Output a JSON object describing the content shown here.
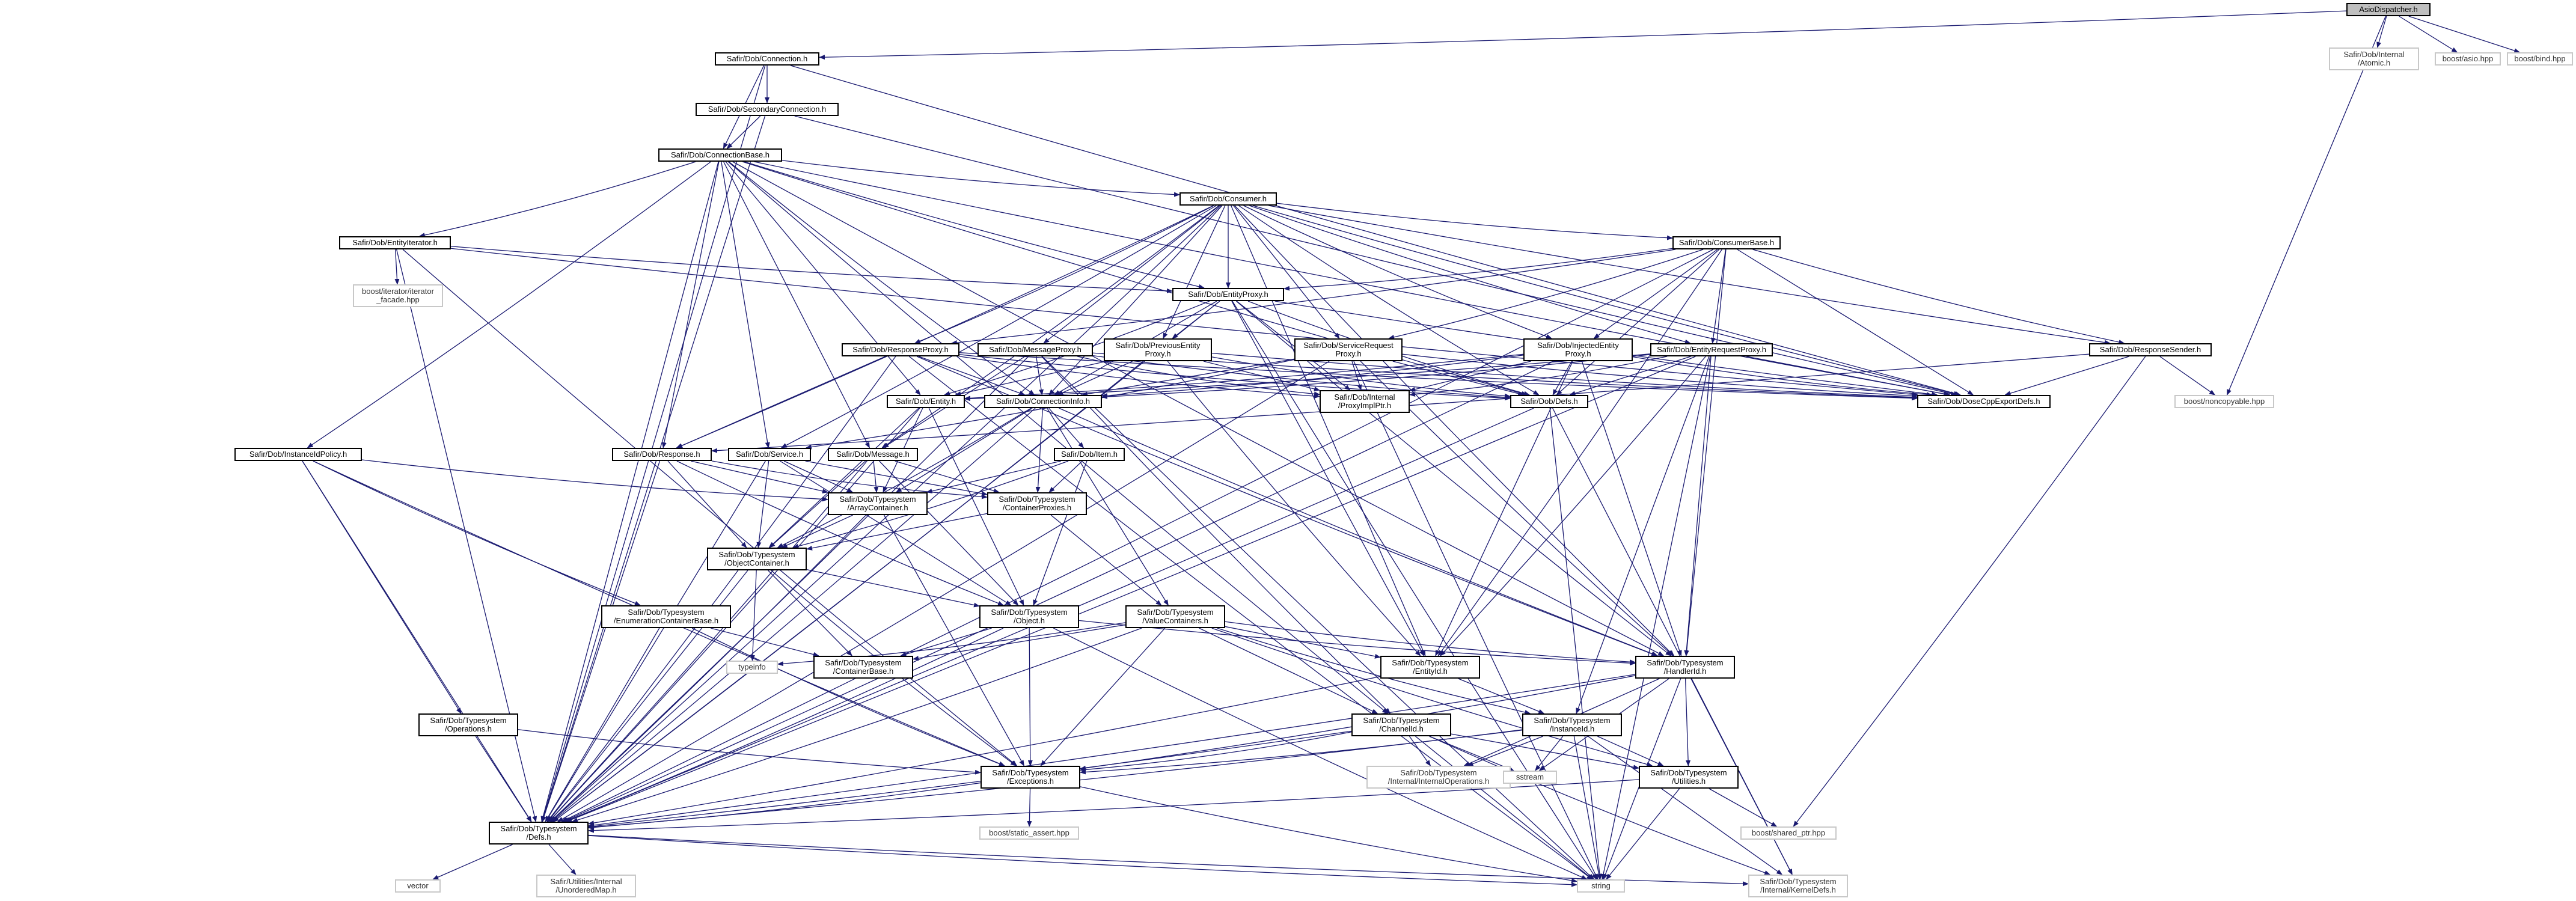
{
  "graph": {
    "type": "include-dependency-graph",
    "edge_color": "#191970",
    "nodes": [
      {
        "id": "asio",
        "label": "AsioDispatcher.h",
        "style": "root"
      },
      {
        "id": "atomic",
        "label": "Safir/Dob/Internal\n/Atomic.h",
        "style": "plain"
      },
      {
        "id": "boostasio",
        "label": "boost/asio.hpp",
        "style": "plain"
      },
      {
        "id": "boostbind",
        "label": "boost/bind.hpp",
        "style": "plain"
      },
      {
        "id": "conn",
        "label": "Safir/Dob/Connection.h",
        "style": "boxed"
      },
      {
        "id": "secconn",
        "label": "Safir/Dob/SecondaryConnection.h",
        "style": "boxed"
      },
      {
        "id": "connbase",
        "label": "Safir/Dob/ConnectionBase.h",
        "style": "boxed"
      },
      {
        "id": "consumer",
        "label": "Safir/Dob/Consumer.h",
        "style": "boxed"
      },
      {
        "id": "entiter",
        "label": "Safir/Dob/EntityIterator.h",
        "style": "boxed"
      },
      {
        "id": "consbase",
        "label": "Safir/Dob/ConsumerBase.h",
        "style": "boxed"
      },
      {
        "id": "iterfacade",
        "label": "boost/iterator/iterator\n_facade.hpp",
        "style": "plain"
      },
      {
        "id": "entproxy",
        "label": "Safir/Dob/EntityProxy.h",
        "style": "boxed"
      },
      {
        "id": "respproxy",
        "label": "Safir/Dob/ResponseProxy.h",
        "style": "boxed"
      },
      {
        "id": "msgproxy",
        "label": "Safir/Dob/MessageProxy.h",
        "style": "boxed"
      },
      {
        "id": "preventproxy",
        "label": "Safir/Dob/PreviousEntity\nProxy.h",
        "style": "boxed"
      },
      {
        "id": "svcreqproxy",
        "label": "Safir/Dob/ServiceRequest\nProxy.h",
        "style": "boxed"
      },
      {
        "id": "injentproxy",
        "label": "Safir/Dob/InjectedEntity\nProxy.h",
        "style": "boxed"
      },
      {
        "id": "entreqproxy",
        "label": "Safir/Dob/EntityRequestProxy.h",
        "style": "boxed"
      },
      {
        "id": "respsender",
        "label": "Safir/Dob/ResponseSender.h",
        "style": "boxed"
      },
      {
        "id": "dosecpp",
        "label": "Safir/Dob/DoseCppExportDefs.h",
        "style": "boxed"
      },
      {
        "id": "defs",
        "label": "Safir/Dob/Defs.h",
        "style": "boxed"
      },
      {
        "id": "proxyimpl",
        "label": "Safir/Dob/Internal\n/ProxyImplPtr.h",
        "style": "boxed"
      },
      {
        "id": "connectioninfo",
        "label": "Safir/Dob/ConnectionInfo.h",
        "style": "boxed"
      },
      {
        "id": "entity",
        "label": "Safir/Dob/Entity.h",
        "style": "boxed"
      },
      {
        "id": "noncopyable",
        "label": "boost/noncopyable.hpp",
        "style": "plain"
      },
      {
        "id": "instidpolicy",
        "label": "Safir/Dob/InstanceIdPolicy.h",
        "style": "boxed"
      },
      {
        "id": "response",
        "label": "Safir/Dob/Response.h",
        "style": "boxed"
      },
      {
        "id": "service",
        "label": "Safir/Dob/Service.h",
        "style": "boxed"
      },
      {
        "id": "message",
        "label": "Safir/Dob/Message.h",
        "style": "boxed"
      },
      {
        "id": "item",
        "label": "Safir/Dob/Item.h",
        "style": "boxed"
      },
      {
        "id": "arraycont",
        "label": "Safir/Dob/Typesystem\n/ArrayContainer.h",
        "style": "boxed"
      },
      {
        "id": "contproxies",
        "label": "Safir/Dob/Typesystem\n/ContainerProxies.h",
        "style": "boxed"
      },
      {
        "id": "objcont",
        "label": "Safir/Dob/Typesystem\n/ObjectContainer.h",
        "style": "boxed"
      },
      {
        "id": "enumcontbase",
        "label": "Safir/Dob/Typesystem\n/EnumerationContainerBase.h",
        "style": "boxed"
      },
      {
        "id": "object",
        "label": "Safir/Dob/Typesystem\n/Object.h",
        "style": "boxed"
      },
      {
        "id": "valuecont",
        "label": "Safir/Dob/Typesystem\n/ValueContainers.h",
        "style": "boxed"
      },
      {
        "id": "typeinfo",
        "label": "typeinfo",
        "style": "plain"
      },
      {
        "id": "contbase",
        "label": "Safir/Dob/Typesystem\n/ContainerBase.h",
        "style": "boxed"
      },
      {
        "id": "entityid",
        "label": "Safir/Dob/Typesystem\n/EntityId.h",
        "style": "boxed"
      },
      {
        "id": "handlerid",
        "label": "Safir/Dob/Typesystem\n/HandlerId.h",
        "style": "boxed"
      },
      {
        "id": "operations",
        "label": "Safir/Dob/Typesystem\n/Operations.h",
        "style": "boxed"
      },
      {
        "id": "channelid",
        "label": "Safir/Dob/Typesystem\n/ChannelId.h",
        "style": "boxed"
      },
      {
        "id": "instanceid",
        "label": "Safir/Dob/Typesystem\n/InstanceId.h",
        "style": "boxed"
      },
      {
        "id": "internalops",
        "label": "Safir/Dob/Typesystem\n/Internal/InternalOperations.h",
        "style": "plain"
      },
      {
        "id": "sstream",
        "label": "sstream",
        "style": "plain"
      },
      {
        "id": "utilities",
        "label": "Safir/Dob/Typesystem\n/Utilities.h",
        "style": "boxed"
      },
      {
        "id": "exceptions",
        "label": "Safir/Dob/Typesystem\n/Exceptions.h",
        "style": "boxed"
      },
      {
        "id": "staticassert",
        "label": "boost/static_assert.hpp",
        "style": "plain"
      },
      {
        "id": "sharedptr",
        "label": "boost/shared_ptr.hpp",
        "style": "plain"
      },
      {
        "id": "tsdefs",
        "label": "Safir/Dob/Typesystem\n/Defs.h",
        "style": "boxed"
      },
      {
        "id": "vector",
        "label": "vector",
        "style": "plain"
      },
      {
        "id": "unorderedmap",
        "label": "Safir/Utilities/Internal\n/UnorderedMap.h",
        "style": "plain"
      },
      {
        "id": "string",
        "label": "string",
        "style": "plain"
      },
      {
        "id": "kerneldefs",
        "label": "Safir/Dob/Typesystem\n/Internal/KernelDefs.h",
        "style": "plain"
      }
    ]
  }
}
